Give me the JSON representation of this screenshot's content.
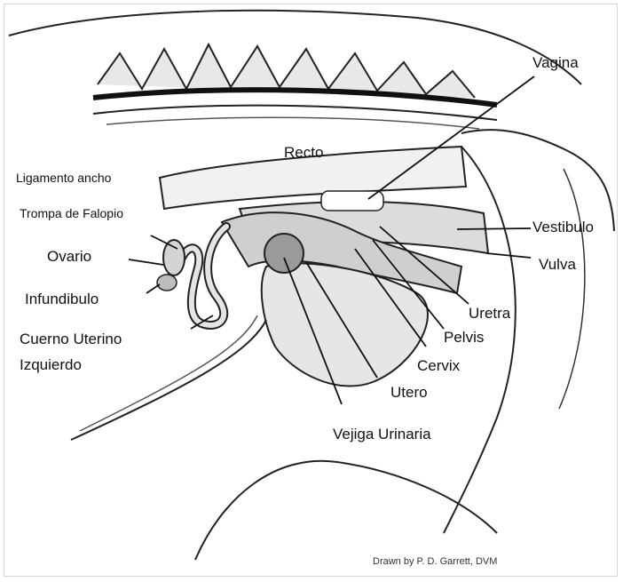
{
  "diagram": {
    "labels": {
      "vagina": "Vagina",
      "recto": "Recto",
      "ligamento_ancho": "Ligamento ancho",
      "trompa_de_falopio": "Trompa de Falopio",
      "ovario": "Ovario",
      "infundibulo": "Infundibulo",
      "cuerno_uterino": "Cuerno Uterino",
      "izquierdo": "Izquierdo",
      "vestibulo": "Vestibulo",
      "vulva": "Vulva",
      "uretra": "Uretra",
      "pelvis": "Pelvis",
      "cervix": "Cervix",
      "utero": "Utero",
      "vejiga_urinaria": "Vejiga Urinaria"
    },
    "credit": "Drawn by P. D. Garrett, DVM"
  }
}
